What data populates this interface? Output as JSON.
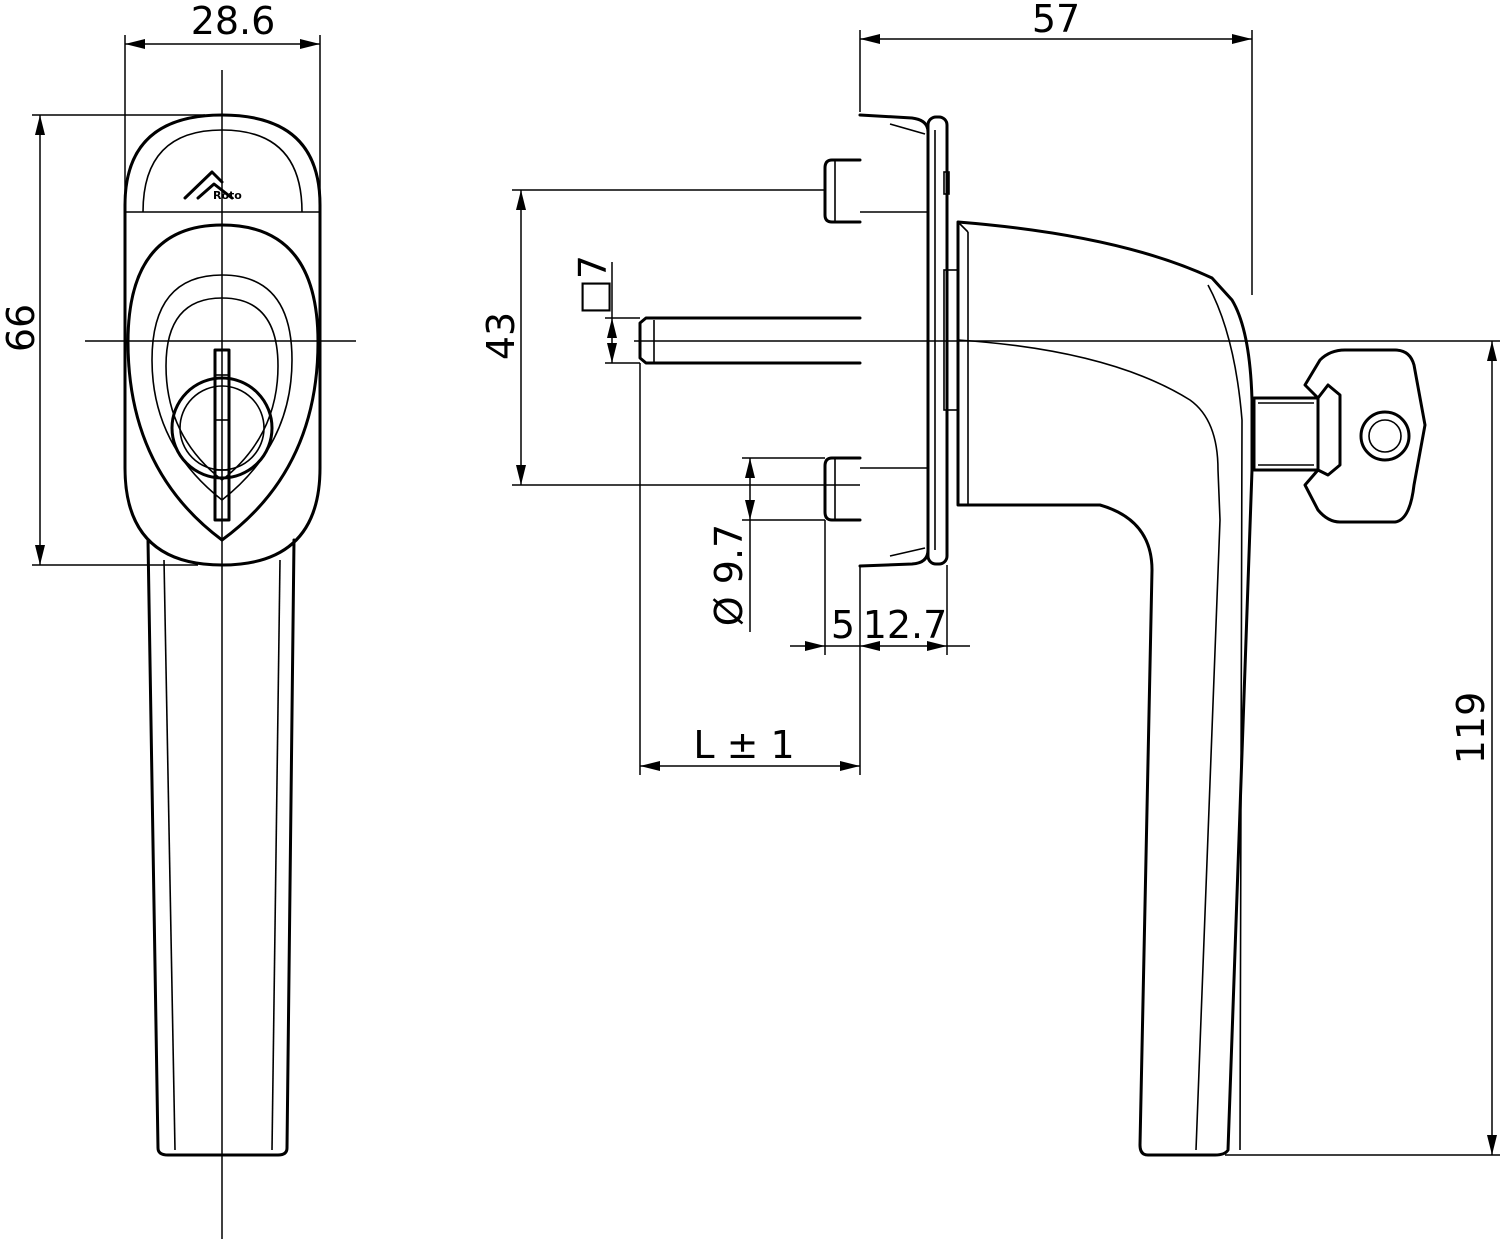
{
  "front_view": {
    "width_label": "28.6",
    "height_label": "66",
    "logo_text": "Roto"
  },
  "side_view": {
    "depth_label": "57",
    "screw_spacing_label": "43",
    "spindle_label": "□7",
    "diameter_label": "Ø 9.7",
    "offset_5_label": "5",
    "offset_12_label": "12.7",
    "spindle_length_label": "L ± 1",
    "height_label": "119"
  }
}
